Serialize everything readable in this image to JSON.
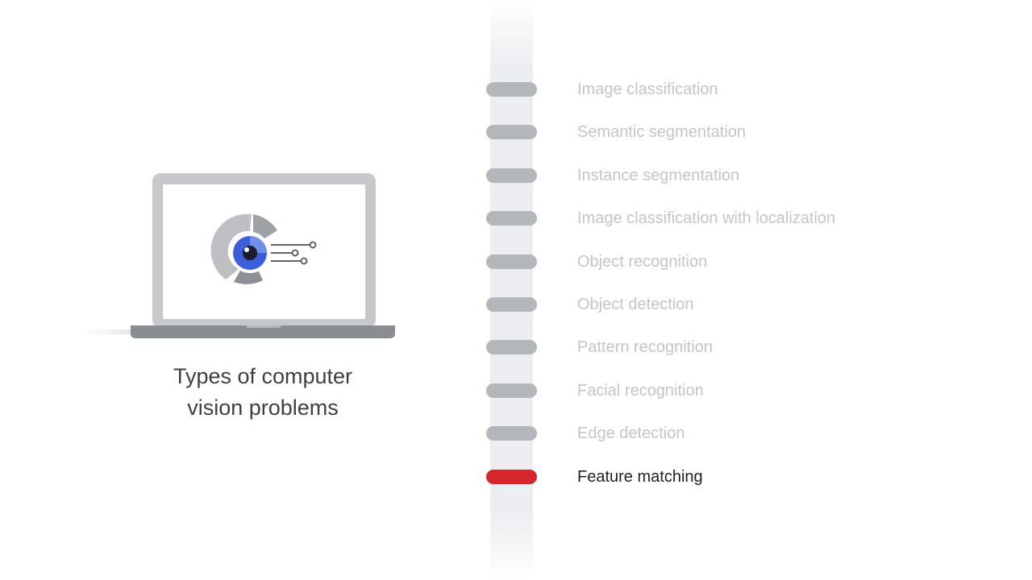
{
  "caption": {
    "line1": "Types of computer",
    "line2": "vision problems"
  },
  "illustration": {
    "icon": "laptop-with-eye-icon",
    "accent_color": "#3b5fd9"
  },
  "timeline": {
    "active_color": "#d7262d",
    "inactive_color": "#b3b6bb",
    "active_index": 9,
    "items": [
      {
        "label": "Image classification"
      },
      {
        "label": "Semantic segmentation"
      },
      {
        "label": "Instance segmentation"
      },
      {
        "label": "Image classification with localization"
      },
      {
        "label": "Object recognition"
      },
      {
        "label": "Object detection"
      },
      {
        "label": "Pattern recognition"
      },
      {
        "label": "Facial recognition"
      },
      {
        "label": "Edge detection"
      },
      {
        "label": "Feature matching"
      }
    ]
  }
}
